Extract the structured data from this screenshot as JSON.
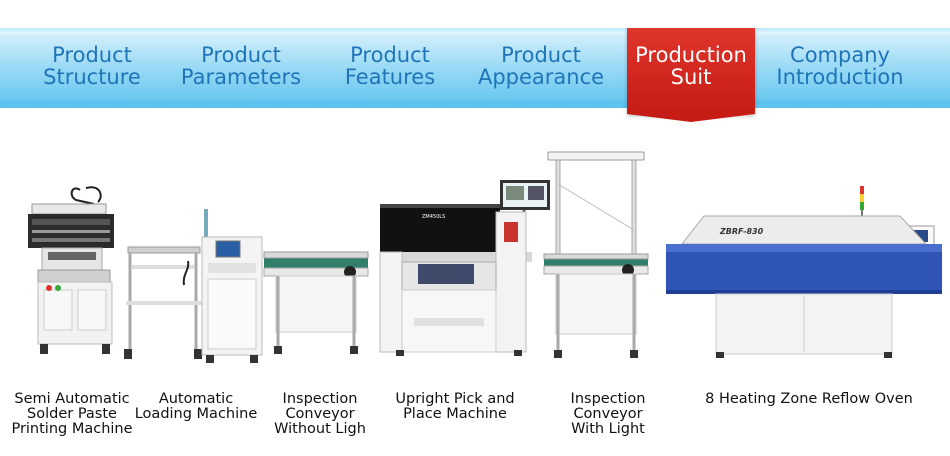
{
  "nav": {
    "tabs": [
      {
        "line1": "Product",
        "line2": "Structure"
      },
      {
        "line1": "Product",
        "line2": "Parameters"
      },
      {
        "line1": "Product",
        "line2": "Features"
      },
      {
        "line1": "Product",
        "line2": "Appearance"
      },
      {
        "line1": "Production",
        "line2": "Suit"
      },
      {
        "line1": "Company",
        "line2": "Introduction"
      }
    ],
    "active_color": "#d0261f",
    "text_color": "#1f75b8"
  },
  "machines": [
    {
      "lines": [
        "Semi Automatic",
        "Solder Paste",
        "Printing Machine"
      ]
    },
    {
      "lines": [
        "Automatic",
        "Loading Machine"
      ]
    },
    {
      "lines": [
        "Inspection",
        "Conveyor",
        "Without Ligh"
      ]
    },
    {
      "lines": [
        "Upright Pick and",
        "Place Machine"
      ],
      "label": "ZM450LS"
    },
    {
      "lines": [
        "Inspection",
        "Conveyor",
        "With Light"
      ]
    },
    {
      "lines": [
        "8 Heating Zone Reflow Oven"
      ],
      "label": "ZBRF-830"
    }
  ]
}
